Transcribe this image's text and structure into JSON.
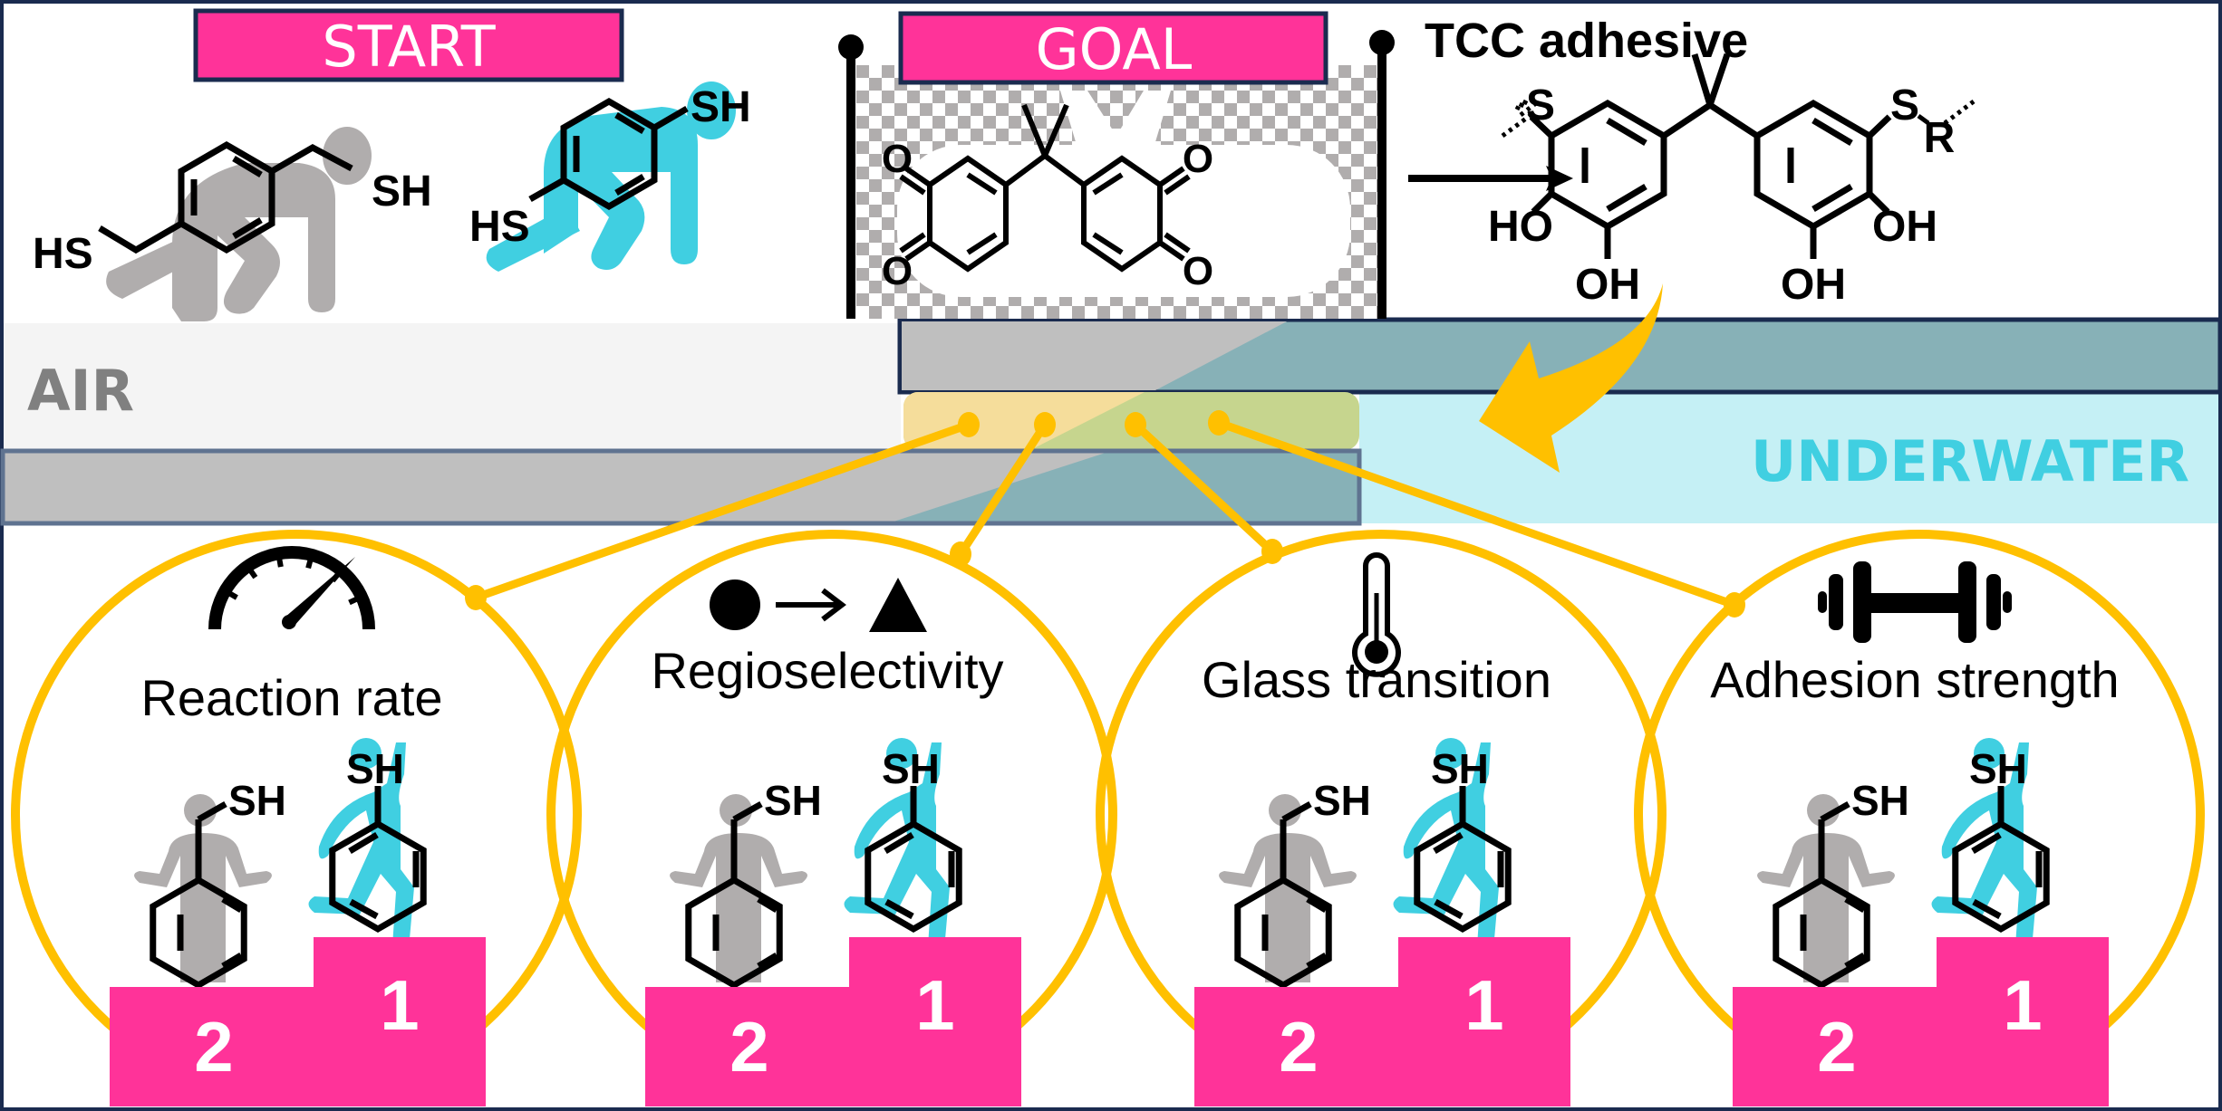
{
  "header": {
    "start_label": "START",
    "goal_label": "GOAL",
    "product_title": "TCC adhesive"
  },
  "start_molecules": [
    {
      "name": "1,4-benzenedimethanethiol",
      "substituent_left": "HS",
      "substituent_right": "SH",
      "figure_color": "grey",
      "pose": "crouched-start"
    },
    {
      "name": "1,3-benzenedithiol",
      "substituent_left": "HS",
      "substituent_right": "SH",
      "figure_color": "cyan",
      "pose": "crouched-start"
    }
  ],
  "goal_molecule": {
    "oxygen_labels": [
      "O",
      "O",
      "O",
      "O"
    ],
    "background": "checkerboard"
  },
  "product_molecule": {
    "atoms": {
      "s_left": "S",
      "s_right": "S",
      "r_group": "R",
      "oh_left_side": "HO",
      "oh_left_bottom": "OH",
      "oh_right_side": "OH",
      "oh_right_bottom": "OH"
    }
  },
  "environments": {
    "air_label": "AIR",
    "underwater_label": "UNDERWATER"
  },
  "criteria": [
    {
      "id": "reaction-rate",
      "icon": "speedometer-icon",
      "label": "Reaction rate",
      "thiol_label_2nd": "SH",
      "thiol_label_1st": "SH",
      "second_place": "2",
      "first_place": "1"
    },
    {
      "id": "regioselectivity",
      "icon": "circle-to-triangle-icon",
      "label": "Regioselectivity",
      "thiol_label_2nd": "SH",
      "thiol_label_1st": "SH",
      "second_place": "2",
      "first_place": "1"
    },
    {
      "id": "glass-transition",
      "icon": "thermometer-icon",
      "label": "Glass transition",
      "thiol_label_2nd": "SH",
      "thiol_label_1st": "SH",
      "second_place": "2",
      "first_place": "1"
    },
    {
      "id": "adhesion-strength",
      "icon": "dumbbell-icon",
      "label": "Adhesion strength",
      "thiol_label_2nd": "SH",
      "thiol_label_1st": "SH",
      "second_place": "2",
      "first_place": "1"
    }
  ],
  "colors": {
    "label_pink": "#ff3399",
    "frame_navy": "#1a2b4f",
    "accent_gold": "#ffc000",
    "runner_cyan": "#40cfe1",
    "runner_grey": "#b0adad",
    "air_bg": "#f4f4f4",
    "water_bg": "#c5f0f5",
    "substrate_grey": "#bfbfbf",
    "substrate_teal": "#87b1b7",
    "adhesive_yellow": "#f5dd9b",
    "adhesive_green": "#c6d58e",
    "air_text": "#808080",
    "water_text": "#40cfe1"
  }
}
